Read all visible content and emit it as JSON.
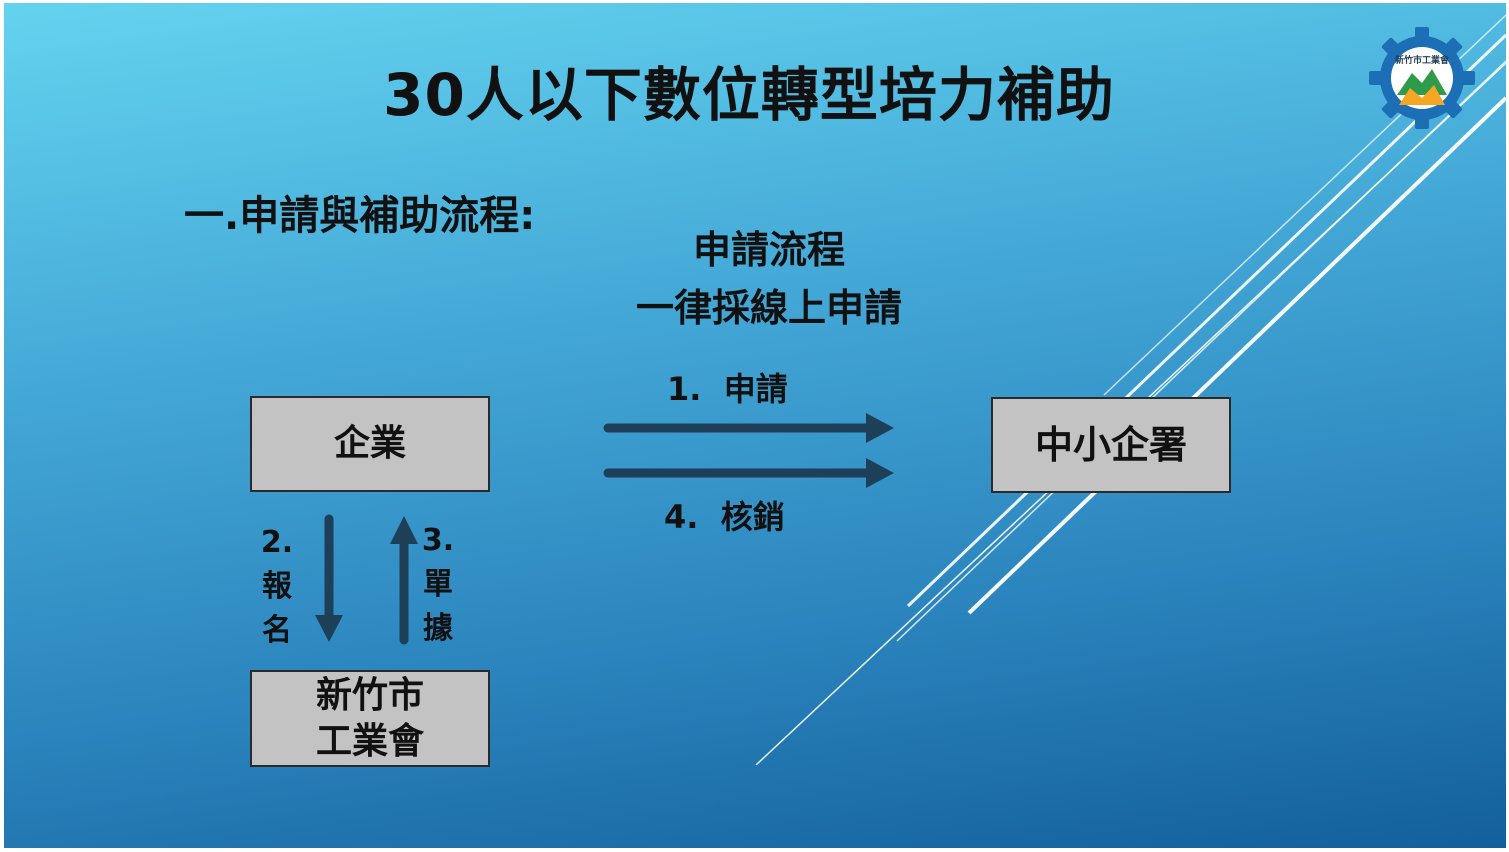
{
  "title": "30人以下數位轉型培力補助",
  "section_heading": "一.申請與補助流程:",
  "process_note": {
    "line1": "申請流程",
    "line2": "一律採線上申請"
  },
  "nodes": {
    "enterprise": "企業",
    "sme_agency": "中小企署",
    "industry_assoc_line1": "新竹市",
    "industry_assoc_line2": "工業會"
  },
  "steps": {
    "apply": {
      "num": "1.",
      "label": "申請"
    },
    "register": {
      "num": "2.",
      "char1": "報",
      "char2": "名"
    },
    "receipt": {
      "num": "3.",
      "char1": "單",
      "char2": "據"
    },
    "reimburse": {
      "num": "4.",
      "label": "核銷"
    }
  },
  "logo": {
    "text": "新竹市工業會"
  },
  "colors": {
    "arrow": "#1d3f58",
    "box_fill": "#c3c3c3",
    "logo_gear": "#1d6fb5",
    "logo_orange": "#f5a623",
    "logo_green": "#2e9b4a"
  }
}
